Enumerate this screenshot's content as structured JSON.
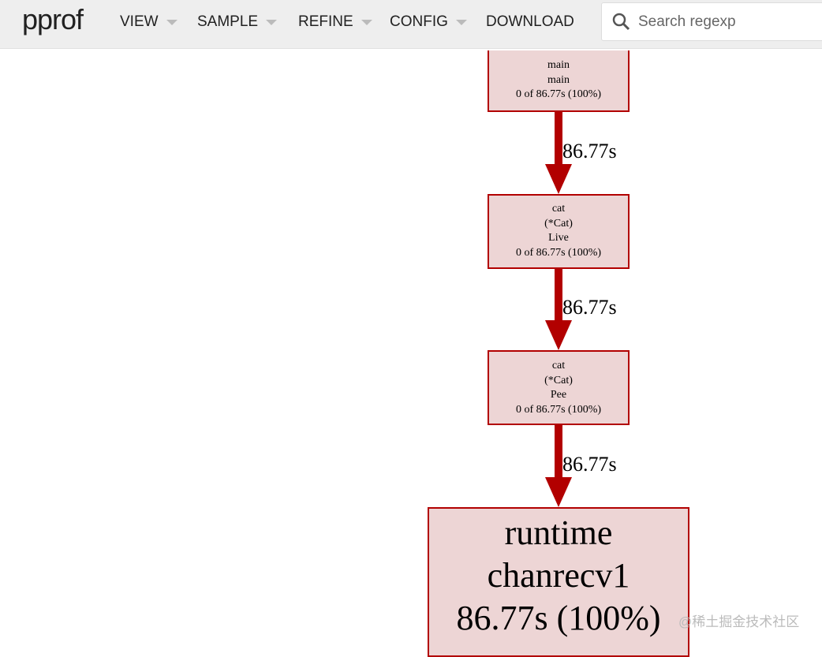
{
  "header": {
    "logo": "pprof",
    "menus": [
      "VIEW",
      "SAMPLE",
      "REFINE",
      "CONFIG",
      "DOWNLOAD"
    ],
    "search_placeholder": "Search regexp"
  },
  "graph": {
    "nodes": [
      {
        "lines": [
          "main",
          "main",
          "0 of 86.77s (100%)"
        ]
      },
      {
        "lines": [
          "cat",
          "(*Cat)",
          "Live",
          "0 of 86.77s (100%)"
        ]
      },
      {
        "lines": [
          "cat",
          "(*Cat)",
          "Pee",
          "0 of 86.77s (100%)"
        ]
      },
      {
        "lines": [
          "runtime",
          "chanrecv1",
          "86.77s (100%)"
        ]
      }
    ],
    "edges": [
      "86.77s",
      "86.77s",
      "86.77s"
    ],
    "colors": {
      "node_fill": "#edd5d5",
      "node_border": "#b20000",
      "edge": "#b20000"
    }
  },
  "watermark": "@稀土掘金技术社区"
}
